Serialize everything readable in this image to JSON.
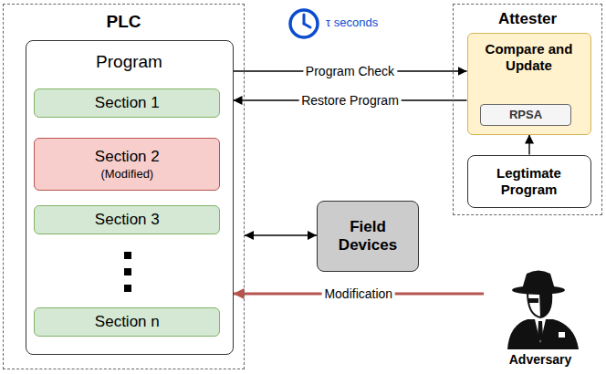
{
  "diagram": {
    "nodes": [
      {
        "text": [
          "PLC"
        ]
      },
      {
        "text": [
          "Program"
        ],
        "in": 0
      },
      {
        "text": [
          "Section 1"
        ],
        "in": 1
      },
      {
        "text": [
          "Section 2",
          "(Modified)"
        ],
        "in": 1
      },
      {
        "text": [
          "Section 3"
        ],
        "in": 1
      },
      {
        "text": [
          "Section n"
        ],
        "in": 1
      },
      {
        "text": [
          "Attester"
        ]
      },
      {
        "text": [
          "Compare and Update"
        ],
        "in": 6
      },
      {
        "text": [
          "RPSA"
        ],
        "in": 7
      },
      {
        "text": [
          "Legtimate Program"
        ],
        "in": 6
      },
      {
        "text": [
          "Field Devices"
        ]
      },
      {
        "text": [
          "Adversary"
        ]
      }
    ],
    "edges": [
      {
        "from": 1,
        "to": 7,
        "label": "Program Check",
        "arrow": "to"
      },
      {
        "from": 7,
        "to": 1,
        "label": "Restore Program",
        "arrow": "to"
      },
      {
        "from": 0,
        "to": 10,
        "arrow": "both"
      },
      {
        "from": 9,
        "to": 7,
        "arrow": "to"
      },
      {
        "from": 11,
        "to": 1,
        "label": "Modification",
        "arrow": "to"
      }
    ],
    "labels": [
      "τ seconds"
    ]
  }
}
